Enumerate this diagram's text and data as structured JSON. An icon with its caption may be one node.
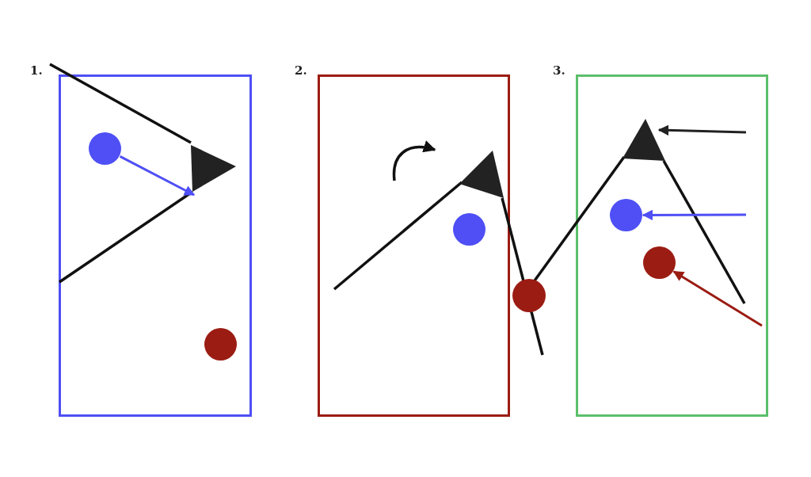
{
  "diagram": {
    "nodes": [
      {
        "text": [],
        "shape": "box"
      },
      {
        "text": [],
        "shape": "circle",
        "in": 0
      },
      {
        "text": [],
        "shape": "triangle",
        "in": 0
      },
      {
        "text": [],
        "shape": "circle",
        "in": 0
      },
      {
        "text": [],
        "shape": "box"
      },
      {
        "text": [],
        "shape": "triangle",
        "in": 4
      },
      {
        "text": [],
        "shape": "circle",
        "in": 4
      },
      {
        "text": [],
        "shape": "circle"
      },
      {
        "text": [],
        "shape": "box"
      },
      {
        "text": [],
        "shape": "triangle",
        "in": 8
      },
      {
        "text": [],
        "shape": "circle",
        "in": 8
      },
      {
        "text": [],
        "shape": "circle",
        "in": 8
      }
    ],
    "edges": [
      {
        "from": 1,
        "to": 2,
        "arrow": "to",
        "color": "#4f4ff5"
      },
      {
        "from": null,
        "to": 9,
        "arrow": "to",
        "color": "#222222"
      },
      {
        "from": null,
        "to": 10,
        "arrow": "to",
        "color": "#4f4ff5"
      },
      {
        "from": null,
        "to": 11,
        "arrow": "to",
        "color": "#9b1c13"
      }
    ],
    "labels": [
      "1.",
      "2.",
      "3."
    ]
  }
}
